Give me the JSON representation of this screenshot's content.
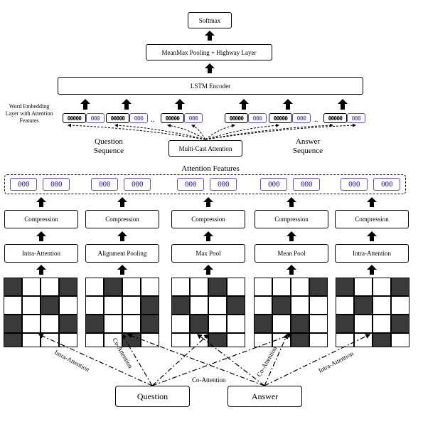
{
  "top": {
    "softmax": "Softmax",
    "pooling": "MeanMax Pooling + Highway Layer",
    "lstm": "LSTM Encoder"
  },
  "embedding_label": "Word Embedding Layer with Attention Features",
  "question_sequence": "Question Sequence",
  "answer_sequence": "Answer Sequence",
  "multicast": "Multi-Cast Attention",
  "attention_features": "Attention Features",
  "vec_black": "00000",
  "vec_purple": "000",
  "ellipsis": "..",
  "compression_label": "Compression",
  "ops": [
    "Intra-Attention",
    "Alignment Pooling",
    "Max Pool",
    "Mean Pool",
    "Intra-Attention"
  ],
  "grids": [
    [
      1,
      0,
      0,
      1,
      0,
      0,
      1,
      0,
      1,
      0,
      0,
      1,
      1,
      0,
      0,
      0
    ],
    [
      0,
      1,
      0,
      0,
      0,
      0,
      0,
      1,
      1,
      0,
      0,
      1,
      0,
      0,
      1,
      0
    ],
    [
      0,
      0,
      1,
      0,
      1,
      0,
      0,
      1,
      0,
      1,
      0,
      0,
      0,
      0,
      1,
      0
    ],
    [
      0,
      0,
      0,
      1,
      0,
      1,
      0,
      0,
      1,
      0,
      1,
      0,
      0,
      0,
      1,
      0
    ],
    [
      1,
      0,
      0,
      1,
      0,
      1,
      0,
      0,
      1,
      0,
      0,
      1,
      0,
      0,
      1,
      0
    ]
  ],
  "edge_labels": {
    "intra_left": "Intra-Attention",
    "co_left": "Co-Attention",
    "co_mid": "Co-Attention",
    "co_right": "Co-Attention",
    "intra_right": "Intra-Attention"
  },
  "inputs": {
    "question": "Question",
    "answer": "Answer"
  }
}
